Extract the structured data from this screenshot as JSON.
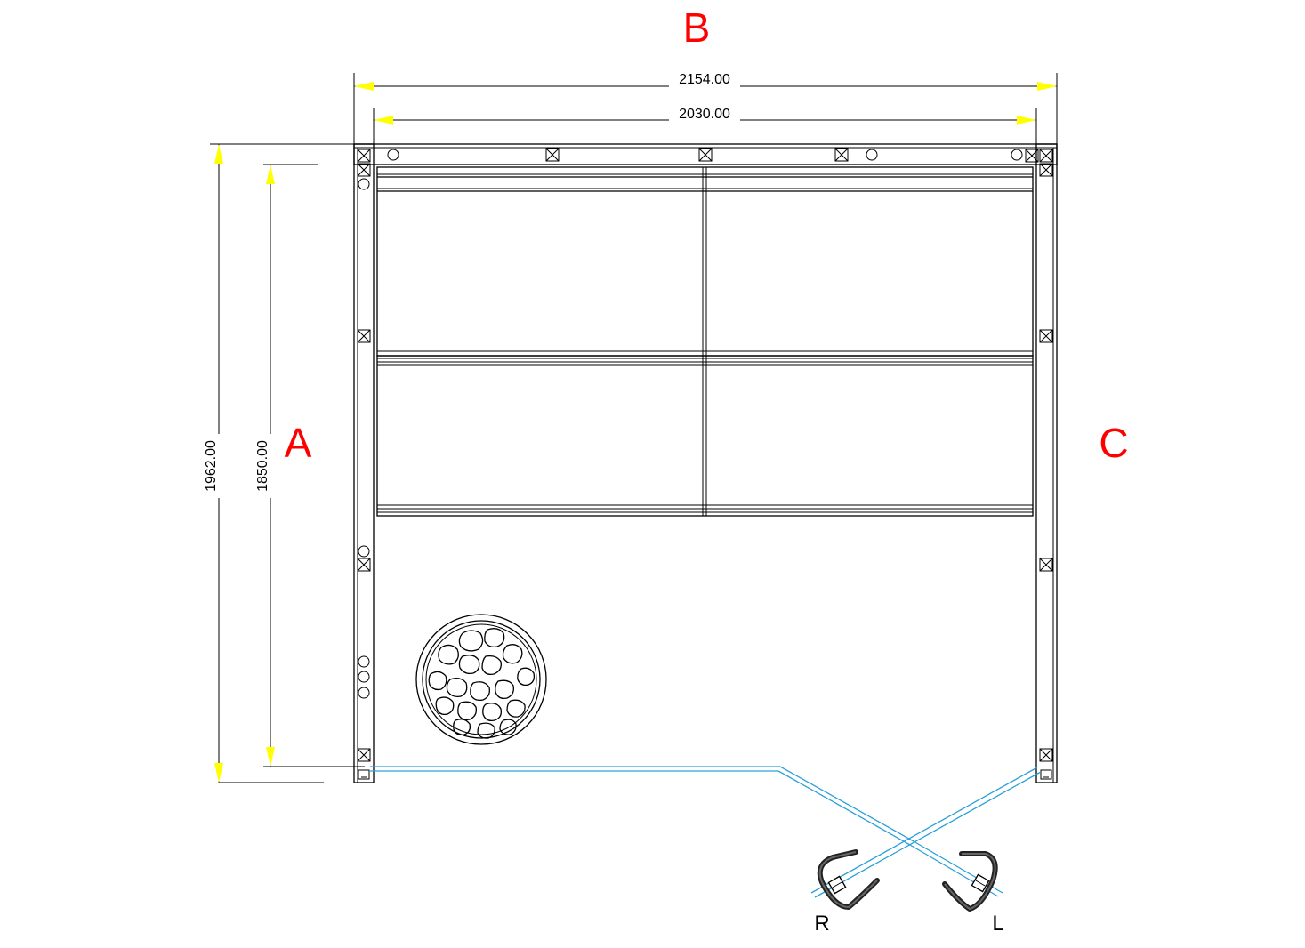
{
  "labels": {
    "back_wall": "B",
    "left_wall": "A",
    "right_wall": "C",
    "door_right": "R",
    "door_left": "L"
  },
  "dimensions": {
    "outer_width": "2154.00",
    "inner_width": "2030.00",
    "outer_depth": "1962.00",
    "inner_depth": "1850.00"
  },
  "colors": {
    "wall_label": "#ff0000",
    "arrow": "#ffff00",
    "glass": "#2aa0d8",
    "line": "#000000"
  },
  "icons": {
    "heater": "sauna-stove-stones-icon",
    "handle": "door-handle-icon"
  }
}
